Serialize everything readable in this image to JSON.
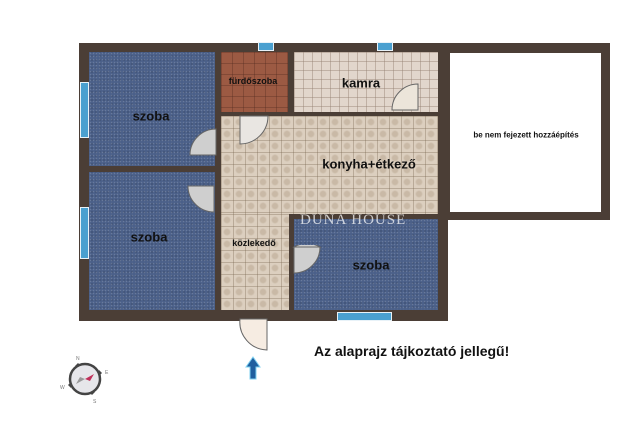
{
  "floorplan": {
    "rooms": [
      {
        "id": "szoba-top-left",
        "label": "szoba",
        "type": "bedroom"
      },
      {
        "id": "furdoszoba",
        "label": "fürdőszoba",
        "type": "bathroom"
      },
      {
        "id": "kamra",
        "label": "kamra",
        "type": "pantry"
      },
      {
        "id": "konyha-etkezo",
        "label": "konyha+étkező",
        "type": "kitchen-dining"
      },
      {
        "id": "szoba-bottom-left",
        "label": "szoba",
        "type": "bedroom"
      },
      {
        "id": "kozlekedo",
        "label": "közlekedő",
        "type": "corridor"
      },
      {
        "id": "szoba-bottom-right",
        "label": "szoba",
        "type": "bedroom"
      },
      {
        "id": "annex",
        "label": "be nem fejezett hozzáépítés",
        "type": "unfinished-extension"
      }
    ],
    "watermark": "DUNA HOUSE",
    "disclaimer": "Az alaprajz tájkoztató jellegű!",
    "entrance_arrow": "arrow-up-icon",
    "compass": {
      "icon": "compass-icon",
      "labels": [
        "N",
        "E",
        "S",
        "W"
      ]
    },
    "colors": {
      "wall": "#4b3e36",
      "carpet": "#4b6089",
      "kitchen_tile": "#dccfbf",
      "bath_tile": "#9c5a43",
      "window": "#4aa0d0",
      "arrow": "#1f5f9f"
    }
  }
}
